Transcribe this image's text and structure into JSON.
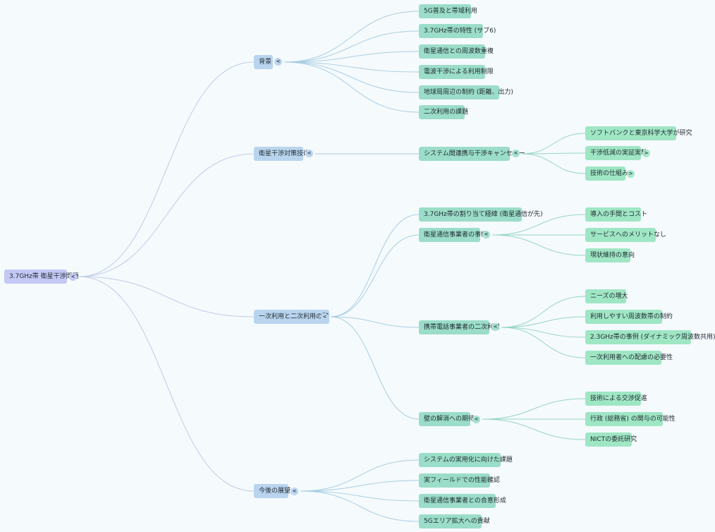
{
  "mindmap": {
    "root": {
      "label": "3.7GHz帯 衛星干渉問題",
      "toggle": "<",
      "children": [
        {
          "label": "背景",
          "toggle": "<",
          "children": [
            {
              "label": "5G普及と帯域利用"
            },
            {
              "label": "3.7GHz帯の特性 (サブ6)"
            },
            {
              "label": "衛星通信との周波数重複"
            },
            {
              "label": "電波干渉による利用制限"
            },
            {
              "label": "地球局周辺の制約 (距離、出力)"
            },
            {
              "label": "二次利用の課題"
            }
          ]
        },
        {
          "label": "衛星干渉対策技術",
          "toggle": "<",
          "children": [
            {
              "label": "システム間連携与干渉キャンセラー",
              "toggle": "<",
              "children": [
                {
                  "label": "ソフトバンクと東京科学大学が研究"
                },
                {
                  "label": "干渉低減の実証実験",
                  "toggle": ">"
                },
                {
                  "label": "技術の仕組み",
                  "toggle": ">"
                }
              ]
            }
          ]
        },
        {
          "label": "一次利用と二次利用の壁",
          "toggle": "<",
          "children": [
            {
              "label": "3.7GHz帯の割り当て経緯 (衛星通信が先)"
            },
            {
              "label": "衛星通信事業者の事情",
              "toggle": "<",
              "children": [
                {
                  "label": "導入の手間とコスト"
                },
                {
                  "label": "サービスへのメリットなし"
                },
                {
                  "label": "現状維持の意向"
                }
              ]
            },
            {
              "label": "携帯電話事業者の二次利用",
              "toggle": "<",
              "children": [
                {
                  "label": "ニーズの増大"
                },
                {
                  "label": "利用しやすい周波数帯の制約"
                },
                {
                  "label": "2.3GHz帯の事例 (ダイナミック周波数共用)"
                },
                {
                  "label": "一次利用者への配慮の必要性"
                }
              ]
            },
            {
              "label": "壁の解消への期待",
              "toggle": "<",
              "children": [
                {
                  "label": "技術による交渉促進"
                },
                {
                  "label": "行政 (総務省) の関与の可能性"
                },
                {
                  "label": "NICTの委託研究"
                }
              ]
            }
          ]
        },
        {
          "label": "今後の展望",
          "toggle": "<",
          "children": [
            {
              "label": "システムの実用化に向けた課題"
            },
            {
              "label": "実フィールドでの性能確認"
            },
            {
              "label": "衛星通信事業者との合意形成"
            },
            {
              "label": "5Gエリア拡大への貢献"
            }
          ]
        }
      ]
    }
  },
  "colors": {
    "background": "#f5fafd",
    "root_node": "#c3c8f4",
    "level1_node": "#b9d4ee",
    "level2_node": "#9bddc8",
    "level3_node": "#9fe6c4",
    "edge_level1": "#bfcce6",
    "edge_level2": "#a9cfe2",
    "edge_level3": "#98d6c0"
  }
}
